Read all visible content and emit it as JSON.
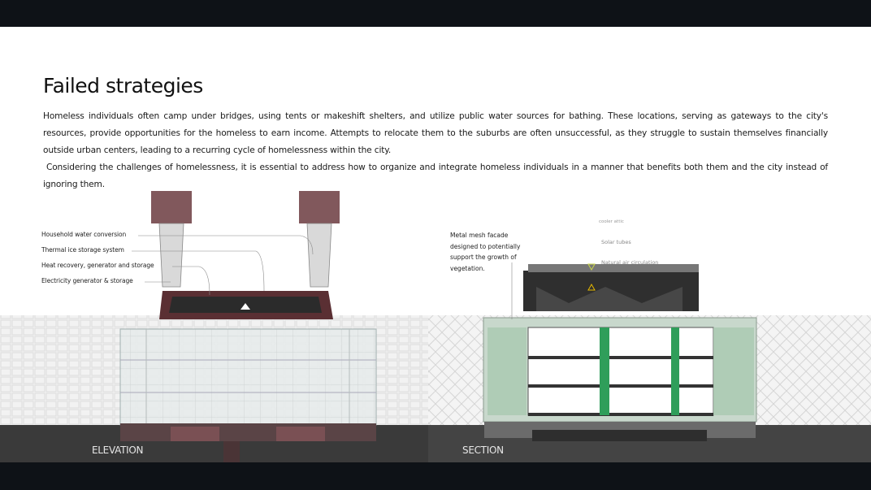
{
  "slide": {
    "title": "Failed strategies",
    "paragraph_1": "Homeless individuals often camp under bridges, using tents or makeshift shelters, and utilize public water sources for bathing. These locations, serving as gateways to the city's resources, provide opportunities for the homeless to earn income. Attempts to relocate them to the suburbs are often unsuccessful, as they struggle to sustain themselves financially outside urban centers, leading to a recurring cycle of homelessness within the city.",
    "paragraph_2": " Considering the challenges of homelessness, it is essential to address how to organize and integrate homeless individuals in a manner that benefits both them and the city instead of ignoring them."
  },
  "elevation": {
    "label": "ELEVATION",
    "annotations": [
      "Household water conversion",
      "Thermal ice storage system",
      "Heat recovery, generator and storage",
      "Electricity generator & storage"
    ]
  },
  "section": {
    "label": "SECTION",
    "mesh_note": "Metal mesh facade designed to potentially support the growth of vegetation.",
    "legend_title": "cooler attic",
    "legend": [
      {
        "icon": "triangle-down-icon",
        "label": "Solar tubes",
        "color": "#c9d64a"
      },
      {
        "icon": "triangle-up-icon",
        "label": "Natural air circulation",
        "color": "#e6b800"
      }
    ]
  },
  "colors": {
    "frame": "#0e1217",
    "accent_red": "#8a3b3f",
    "accent_green": "#2f9e5a",
    "ground": "#3a3a3a"
  }
}
